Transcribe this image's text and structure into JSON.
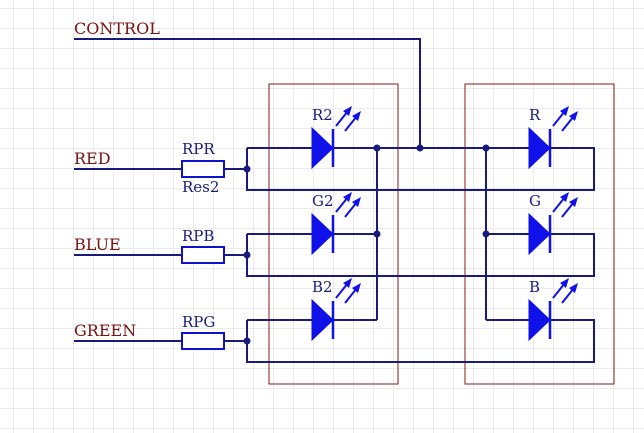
{
  "nets": {
    "control": "CONTROL",
    "red": "RED",
    "blue": "BLUE",
    "green": "GREEN"
  },
  "resistors": {
    "red": {
      "designator": "RPR",
      "comment": "Res2"
    },
    "blue": {
      "designator": "RPB"
    },
    "green": {
      "designator": "RPG"
    }
  },
  "leds_left": {
    "red": "R2",
    "green": "G2",
    "blue": "B2"
  },
  "leds_right": {
    "red": "R",
    "green": "G",
    "blue": "B"
  },
  "colors": {
    "wire": "#1a1a7a",
    "component": "#1010e8",
    "net_label": "#7a1010",
    "box": "#8b1a1a"
  }
}
